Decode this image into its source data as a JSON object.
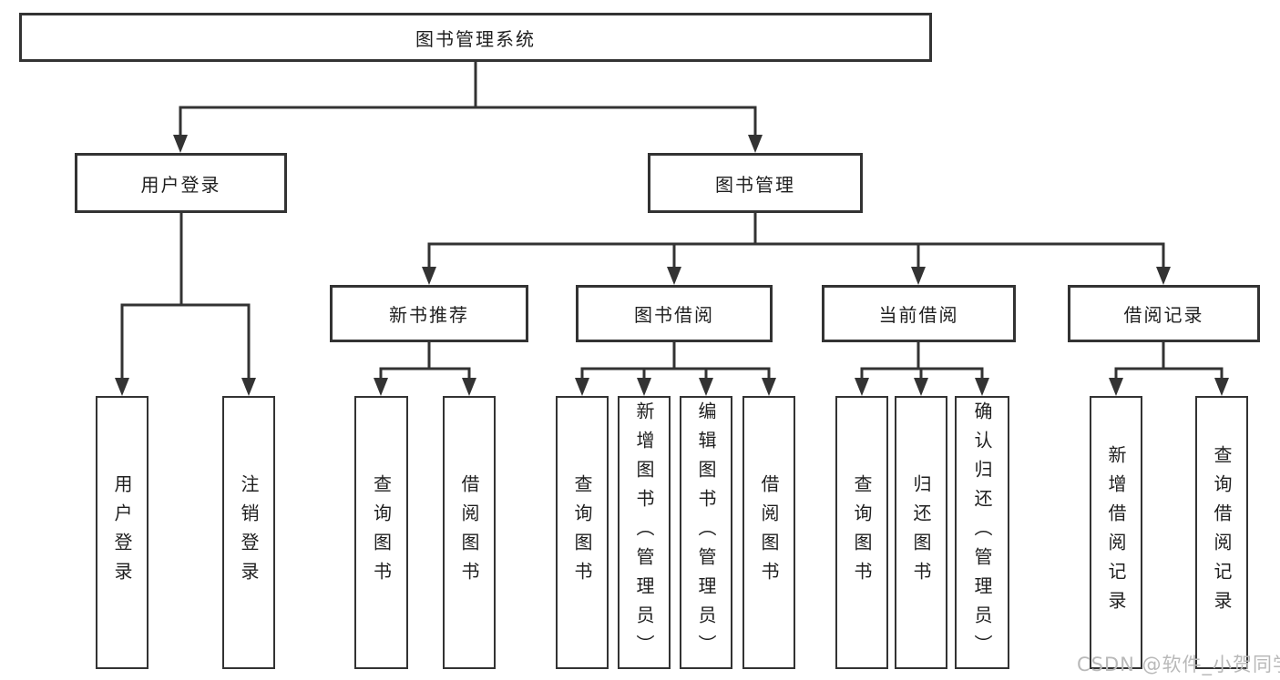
{
  "diagram": {
    "root": {
      "label": "图书管理系统"
    },
    "branches": [
      {
        "label": "用户登录",
        "children": [
          {
            "label": "用户登录"
          },
          {
            "label": "注销登录"
          }
        ]
      },
      {
        "label": "图书管理",
        "children": [
          {
            "label": "新书推荐",
            "children": [
              {
                "label": "查询图书"
              },
              {
                "label": "借阅图书"
              }
            ]
          },
          {
            "label": "图书借阅",
            "children": [
              {
                "label": "查询图书"
              },
              {
                "label": "新增图书（管理员）"
              },
              {
                "label": "编辑图书（管理员）"
              },
              {
                "label": "借阅图书"
              }
            ]
          },
          {
            "label": "当前借阅",
            "children": [
              {
                "label": "查询图书"
              },
              {
                "label": "归还图书"
              },
              {
                "label": "确认归还（管理员）"
              }
            ]
          },
          {
            "label": "借阅记录",
            "children": [
              {
                "label": "新增借阅记录"
              },
              {
                "label": "查询借阅记录"
              }
            ]
          }
        ]
      }
    ]
  },
  "watermark": {
    "text": "CSDN @软件_小贺同学"
  },
  "colors": {
    "line": "#333333",
    "text": "#1f1f1f",
    "background": "#ffffff",
    "watermark": "#b9b9b9"
  }
}
